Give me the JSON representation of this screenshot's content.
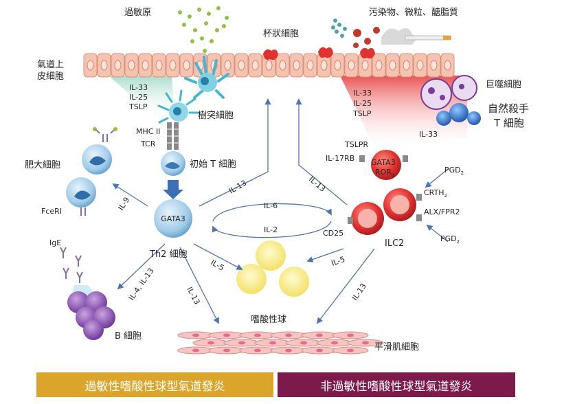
{
  "labels": {
    "allergen": "過敏原",
    "pollutant": "污染物、微粒、醣脂質",
    "goblet_cell": "杯狀細胞",
    "epithelium": [
      "氣道上",
      "皮細胞"
    ],
    "cytokines_left": [
      "IL-33",
      "IL-25",
      "TSLP"
    ],
    "dendritic_cell": "樹突細胞",
    "mhc2": "MHC II",
    "tcr": "TCR",
    "naive_t": "初始 T 細胞",
    "mast_cell": "肥大細胞",
    "fceri": "FceRI",
    "ige": "IgE",
    "il9": "IL-9",
    "gata3": "GATA3",
    "th2": "Th2 細胞",
    "il4_il13": "IL-4, IL-13",
    "b_cell": "B 細胞",
    "il5_left": "IL-5",
    "il13_left_down": "IL-13",
    "il13_th2_up": "IL-13",
    "il6": "IL-6",
    "il2": "IL-2",
    "il13_ilc2_up": "IL-13",
    "eosinophil": "嗜酸性球",
    "smooth_muscle": "平滑肌細胞",
    "cytokines_right": [
      "IL-33",
      "IL-25",
      "TSLP"
    ],
    "macrophage": "巨噬細胞",
    "nkt": [
      "自然殺手",
      "T 細胞"
    ],
    "il33_right": "IL-33",
    "tslpr": "TSLPR",
    "il17rb": "IL-17RB",
    "gata3_ror": [
      "GATA3",
      "ROR"
    ],
    "ror_sub": "α",
    "pgd2_top": "PGD",
    "crth2": "CRTH",
    "alx": "ALX/FPR2",
    "pgd2_bottom": "PGD",
    "sub2": "2",
    "cd25": "CD25",
    "ilc2": "ILC2",
    "il5_right": "IL-5",
    "il13_right_down": "IL-13"
  },
  "footer": {
    "left": "過敏性嗜酸性球型氣道發炎",
    "right": "非過敏性嗜酸性球型氣道發炎"
  },
  "colors": {
    "footer_left": "#dba42b",
    "footer_right": "#7d1a4c",
    "arrow": "#4a74b5",
    "cell_red": "#e0322f",
    "epithelium": "#f5c4b0"
  }
}
